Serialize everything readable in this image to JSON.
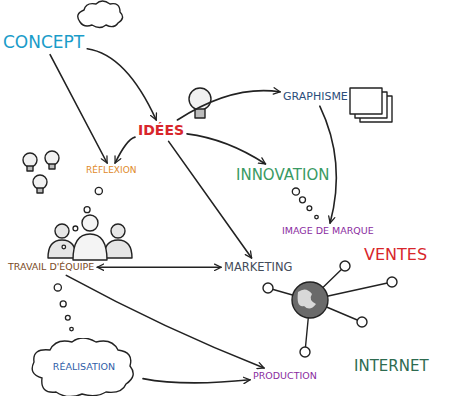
{
  "diagram": {
    "nodes": [
      {
        "text": [
          "CONCEPT"
        ]
      },
      {
        "text": [
          "IDÉES"
        ]
      },
      {
        "text": [
          "GRAPHISME"
        ]
      },
      {
        "text": [
          "RÉFLEXION"
        ]
      },
      {
        "text": [
          "INNOVATION"
        ]
      },
      {
        "text": [
          "IMAGE DE MARQUE"
        ]
      },
      {
        "text": [
          "TRAVAIL D'ÉQUIPE"
        ]
      },
      {
        "text": [
          "MARKETING"
        ]
      },
      {
        "text": [
          "VENTES"
        ]
      },
      {
        "text": [
          "INTERNET"
        ]
      },
      {
        "text": [
          "RÉALISATION"
        ]
      },
      {
        "text": [
          "PRODUCTION"
        ]
      }
    ],
    "edges": [
      {
        "from": 0,
        "to": 1,
        "arrow": "to"
      },
      {
        "from": 0,
        "to": 3,
        "arrow": "to"
      },
      {
        "from": 1,
        "to": 3,
        "arrow": "to"
      },
      {
        "from": 1,
        "to": 2,
        "arrow": "to"
      },
      {
        "from": 1,
        "to": 4,
        "arrow": "to"
      },
      {
        "from": 1,
        "to": 7,
        "arrow": "to"
      },
      {
        "from": 2,
        "to": 5,
        "arrow": "to"
      },
      {
        "from": 4,
        "to": 5,
        "arrow": "none"
      },
      {
        "from": 3,
        "to": 6,
        "arrow": "none"
      },
      {
        "from": 6,
        "to": 7,
        "arrow": "both"
      },
      {
        "from": 6,
        "to": 11,
        "arrow": "to"
      },
      {
        "from": 6,
        "to": 10,
        "arrow": "none"
      },
      {
        "from": 10,
        "to": 11,
        "arrow": "to"
      }
    ]
  }
}
